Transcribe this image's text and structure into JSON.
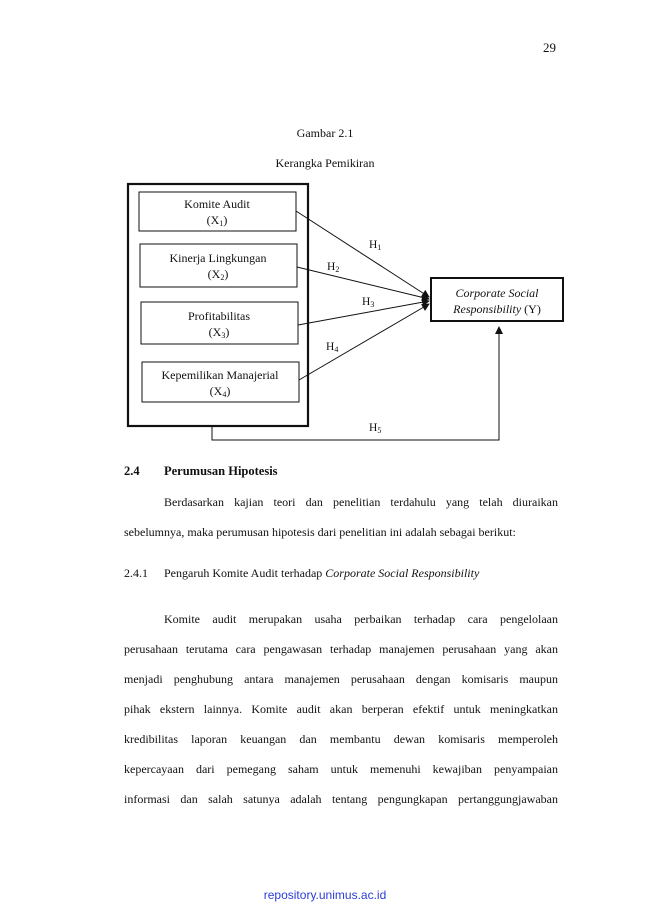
{
  "page_number": "29",
  "figure": {
    "label": "Gambar 2.1",
    "title": "Kerangka Pemikiran",
    "nodes": [
      {
        "id": "x1",
        "label": "Komite Audit",
        "var": "X",
        "sub": "1"
      },
      {
        "id": "x2",
        "label": "Kinerja Lingkungan",
        "var": "X",
        "sub": "2"
      },
      {
        "id": "x3",
        "label": "Profitabilitas",
        "var": "X",
        "sub": "3"
      },
      {
        "id": "x4",
        "label": "Kepemilikan Manajerial",
        "var": "X",
        "sub": "4"
      }
    ],
    "target": {
      "line1": "Corporate Social",
      "line2_italic": "Responsibility",
      "line2_rest": " (Y)"
    },
    "edges": [
      {
        "from": "x1",
        "to": "y",
        "label": "H",
        "sub": "1"
      },
      {
        "from": "x2",
        "to": "y",
        "label": "H",
        "sub": "2"
      },
      {
        "from": "x3",
        "to": "y",
        "label": "H",
        "sub": "3"
      },
      {
        "from": "x4",
        "to": "y",
        "label": "H",
        "sub": "4"
      },
      {
        "from": "group",
        "to": "y",
        "label": "H",
        "sub": "5"
      }
    ]
  },
  "section": {
    "number": "2.4",
    "title": "Perumusan Hipotesis",
    "intro_lines": [
      "Berdasarkan kajian teori dan penelitian terdahulu yang telah diuraikan",
      "sebelumnya, maka perumusan hipotesis dari penelitian ini adalah sebagai berikut:"
    ]
  },
  "subsection": {
    "number": "2.4.1",
    "title_plain": "Pengaruh Komite Audit terhadap ",
    "title_italic": "Corporate Social Responsibility",
    "lines": [
      "Komite audit merupakan usaha perbaikan terhadap cara pengelolaan",
      "perusahaan terutama cara pengawasan terhadap manajemen perusahaan yang akan",
      "menjadi penghubung antara manajemen perusahaan dengan komisaris maupun",
      "pihak ekstern lainnya. Komite audit akan berperan efektif untuk meningkatkan",
      "kredibilitas laporan keuangan dan membantu dewan komisaris memperoleh",
      "kepercayaan dari pemegang saham untuk memenuhi kewajiban penyampaian",
      "informasi dan salah satunya adalah tentang pengungkapan pertanggungjawaban"
    ]
  },
  "footer": "repository.unimus.ac.id"
}
